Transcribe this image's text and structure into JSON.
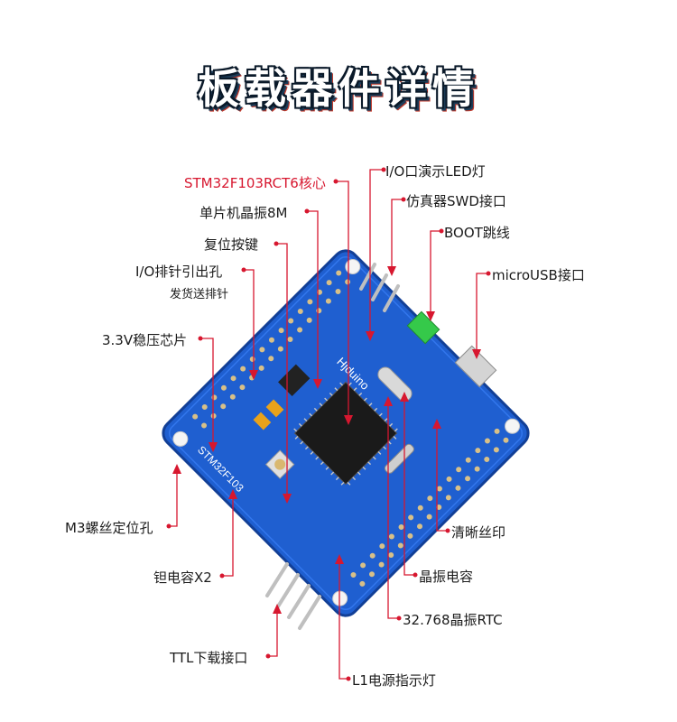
{
  "title": "板载器件详情",
  "callouts": {
    "mcu": "STM32F103RCT6核心",
    "crystal_8m": "单片机晶振8M",
    "reset": "复位按键",
    "io_header": "I/O排针引出孔",
    "io_header_note": "发货送排针",
    "regulator": "3.3V稳压芯片",
    "mount_hole": "M3螺丝定位孔",
    "tantalum": "钽电容X2",
    "ttl": "TTL下载接口",
    "led_io": "I/O口演示LED灯",
    "swd": "仿真器SWD接口",
    "boot": "BOOT跳线",
    "usb": "microUSB接口",
    "silkscreen": "清晰丝印",
    "crystal_cap": "晶振电容",
    "rtc": "32.768晶振RTC",
    "power_led": "L1电源指示灯"
  },
  "colors": {
    "board": "#1f5fd0",
    "callout_line": "#d7172f",
    "mcu_label": "#d7172f",
    "jumper": "#35c94a"
  },
  "board_silk": {
    "brand": "Hjduino",
    "model": "STM32F103"
  }
}
